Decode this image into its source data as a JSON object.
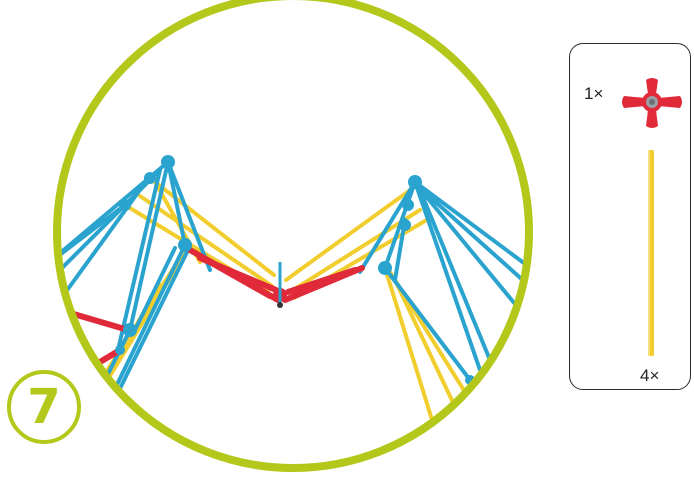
{
  "step": {
    "number": "7"
  },
  "parts": {
    "connector": {
      "count_label": "1×",
      "icon": "red-four-way-connector-icon",
      "color": "#e02a3a"
    },
    "rod": {
      "count_label": "4×",
      "icon": "yellow-rod-icon",
      "color": "#f2cd2e"
    }
  },
  "colors": {
    "accent_green": "#b3c81b",
    "blue_rod": "#2aa3cf",
    "yellow_rod": "#f2cd2e",
    "red_rod": "#e02a3a"
  }
}
